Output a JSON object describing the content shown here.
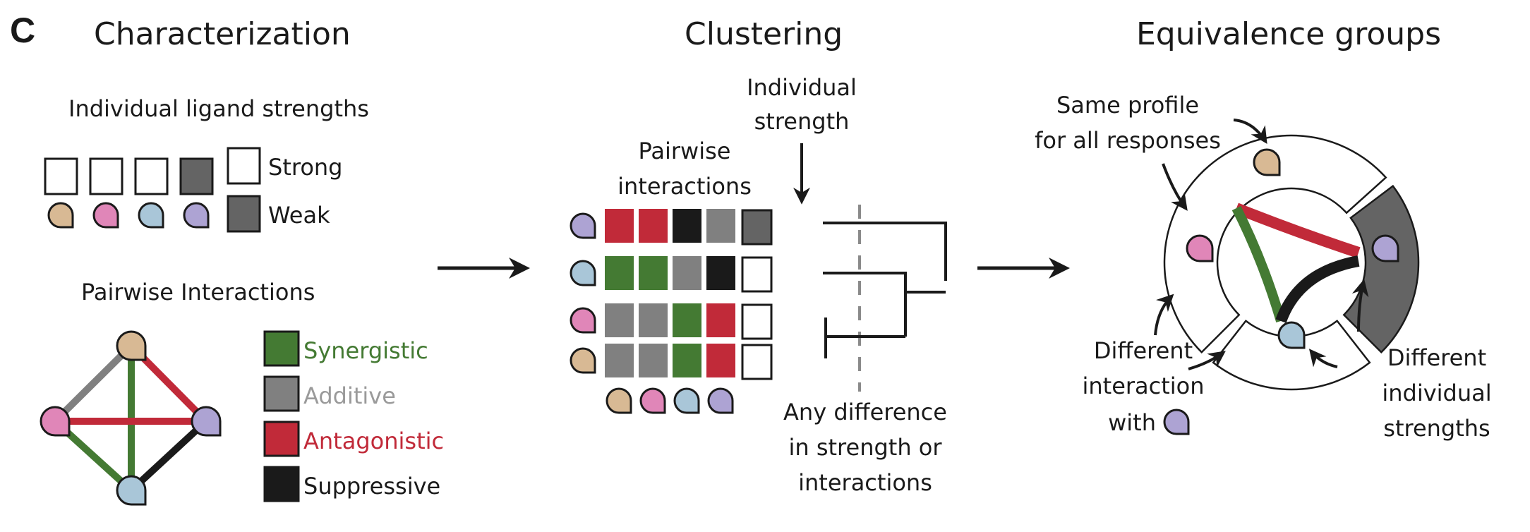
{
  "panel_letter": "C",
  "colors": {
    "ligand_tan": "#d8b994",
    "ligand_pink": "#e086b8",
    "ligand_blue": "#a9c6d8",
    "ligand_purple": "#ada3d3",
    "synergistic": "#447a33",
    "additive": "#808080",
    "additive_text": "#9a9a9a",
    "antagonistic": "#c12a39",
    "suppressive": "#1a1a1a",
    "strong": "#ffffff",
    "weak": "#646464",
    "divider": "#8a8a8a"
  },
  "ligands": [
    "tan",
    "pink",
    "blue",
    "purple"
  ],
  "characterization": {
    "title": "Characterization",
    "strengths_title": "Individual ligand strengths",
    "strengths": [
      {
        "ligand": "tan",
        "strength": "strong"
      },
      {
        "ligand": "pink",
        "strength": "strong"
      },
      {
        "ligand": "blue",
        "strength": "strong"
      },
      {
        "ligand": "purple",
        "strength": "weak"
      }
    ],
    "strength_legend": [
      {
        "key": "strong",
        "label": "Strong"
      },
      {
        "key": "weak",
        "label": "Weak"
      }
    ],
    "interactions_title": "Pairwise Interactions",
    "network_edges": [
      {
        "a": "tan",
        "b": "pink",
        "type": "additive"
      },
      {
        "a": "tan",
        "b": "purple",
        "type": "antagonistic"
      },
      {
        "a": "tan",
        "b": "blue",
        "type": "synergistic"
      },
      {
        "a": "pink",
        "b": "purple",
        "type": "antagonistic"
      },
      {
        "a": "pink",
        "b": "blue",
        "type": "synergistic"
      },
      {
        "a": "purple",
        "b": "blue",
        "type": "suppressive"
      }
    ],
    "interaction_legend": [
      {
        "key": "synergistic",
        "label": "Synergistic"
      },
      {
        "key": "additive",
        "label": "Additive"
      },
      {
        "key": "antagonistic",
        "label": "Antagonistic"
      },
      {
        "key": "suppressive",
        "label": "Suppressive"
      }
    ]
  },
  "clustering": {
    "title": "Clustering",
    "pairwise_label": [
      "Pairwise",
      "interactions"
    ],
    "strength_label": [
      "Individual",
      "strength"
    ],
    "column_ligands": [
      "tan",
      "pink",
      "blue",
      "purple"
    ],
    "rows": [
      {
        "ligand": "purple",
        "cells": [
          "antagonistic",
          "antagonistic",
          "suppressive",
          "additive"
        ],
        "strength": "weak"
      },
      {
        "ligand": "blue",
        "cells": [
          "synergistic",
          "synergistic",
          "additive",
          "suppressive"
        ],
        "strength": "strong"
      },
      {
        "ligand": "pink",
        "cells": [
          "additive",
          "additive",
          "synergistic",
          "antagonistic"
        ],
        "strength": "strong"
      },
      {
        "ligand": "tan",
        "cells": [
          "additive",
          "additive",
          "synergistic",
          "antagonistic"
        ],
        "strength": "strong"
      }
    ],
    "cutoff_label": [
      "Any difference",
      "in strength or",
      "interactions"
    ]
  },
  "equivalence": {
    "title": "Equivalence groups",
    "groups": [
      {
        "ligands": [
          "tan",
          "pink"
        ],
        "strength": "strong"
      },
      {
        "ligands": [
          "blue"
        ],
        "strength": "strong"
      },
      {
        "ligands": [
          "purple"
        ],
        "strength": "weak"
      }
    ],
    "inner_edges": [
      {
        "type": "antagonistic"
      },
      {
        "type": "synergistic"
      },
      {
        "type": "suppressive"
      }
    ],
    "annotation_same": [
      "Same profile",
      "for all responses"
    ],
    "annotation_interaction": [
      "Different",
      "interaction",
      "with"
    ],
    "annotation_strength": [
      "Different",
      "individual",
      "strengths"
    ]
  }
}
